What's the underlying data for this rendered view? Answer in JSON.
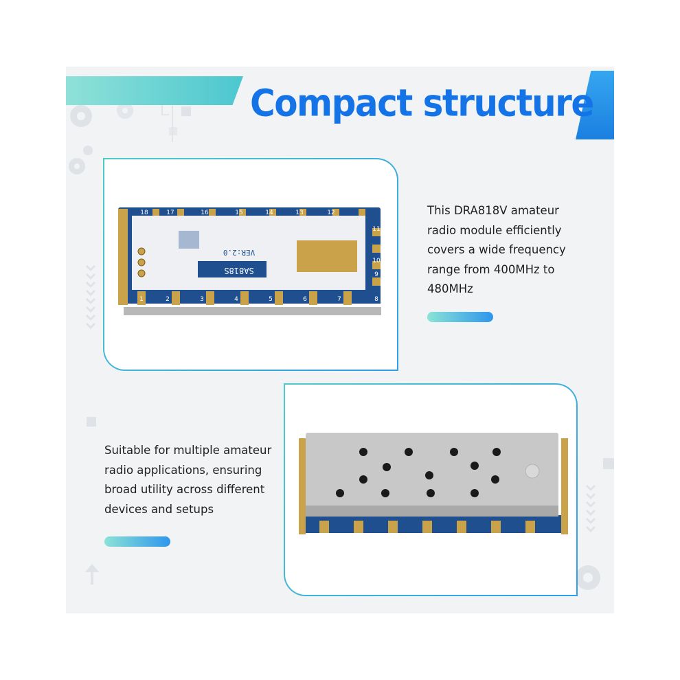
{
  "banner": {
    "title": "Compact structure",
    "title_color": "#1473e6"
  },
  "sections": [
    {
      "id": "top",
      "description": "This DRA818V amateur radio module efficiently covers a wide frequency range from 400MHz to 480MHz",
      "image": "pcb-module-back-side",
      "board_text": [
        "SA818S",
        "VER:2.0"
      ],
      "pin_labels": [
        "1",
        "2",
        "3",
        "4",
        "5",
        "6",
        "7",
        "8",
        "9",
        "10",
        "11",
        "12",
        "13",
        "14",
        "15",
        "16",
        "17",
        "18"
      ]
    },
    {
      "id": "bottom",
      "description": "Suitable for multiple amateur radio applications, ensuring broad utility across different devices and setups",
      "image": "module-metal-shield-top-side"
    }
  ],
  "colors": {
    "accent_blue": "#1473e6",
    "accent_teal": "#4fc9c8",
    "pcb_blue": "#1f4f8f",
    "gold_pad": "#c9a24a",
    "shield_metal": "#c8c8c8"
  }
}
